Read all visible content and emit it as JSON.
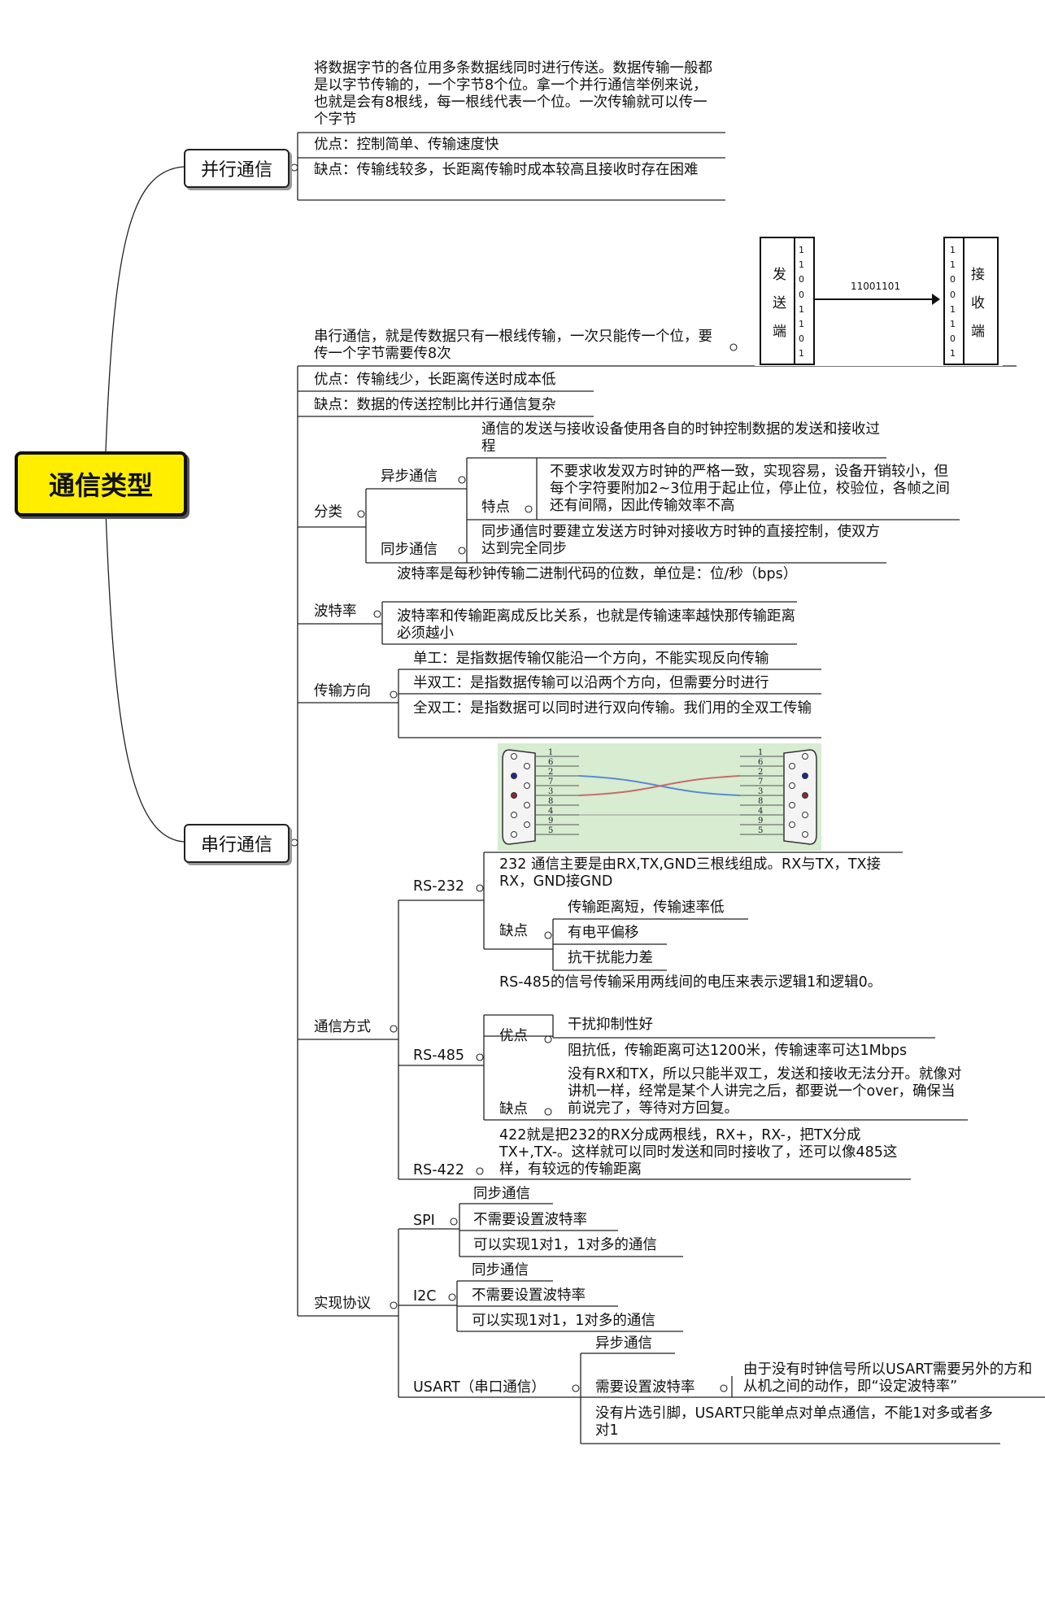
{
  "root": "通信类型",
  "parallel": {
    "label": "并行通信",
    "desc": "将数据字节的各位用多条数据线同时进行传送。数据传输一般都是以字节传输的，一个字节8个位。拿一个并行通信举例来说，也就是会有8根线，每一根线代表一个位。一次传输就可以传一个字节",
    "pro": "优点：控制简单、传输速度快",
    "con": "缺点：传输线较多，长距离传输时成本较高且接收时存在困难"
  },
  "serial": {
    "label": "串行通信",
    "desc": "串行通信，就是传数据只有一根线传输，一次只能传一个位，要传一个字节需要传8次",
    "figure": {
      "sender": [
        "发",
        "送",
        "端"
      ],
      "receiver": [
        "接",
        "收",
        "端"
      ],
      "bits": [
        "1",
        "1",
        "0",
        "0",
        "1",
        "1",
        "0",
        "1"
      ],
      "data": "11001101"
    },
    "pro": "优点：传输线少，长距离传送时成本低",
    "con": "缺点：数据的传送控制比并行通信复杂",
    "classify": {
      "label": "分类",
      "async": {
        "label": "异步通信",
        "desc": "通信的发送与接收设备使用各自的时钟控制数据的发送和接收过程",
        "feature_label": "特点",
        "feature": "不要求收发双方时钟的严格一致，实现容易，设备开销较小，但每个字符要附加2~3位用于起止位，停止位，校验位，各帧之间还有间隔，因此传输效率不高"
      },
      "sync": {
        "label": "同步通信",
        "desc": "同步通信时要建立发送方时钟对接收方时钟的直接控制，使双方达到完全同步"
      }
    },
    "baud": {
      "label": "波特率",
      "d1": "波特率是每秒钟传输二进制代码的位数，单位是：位/秒（bps）",
      "d2": "波特率和传输距离成反比关系，也就是传输速率越快那传输距离必须越小"
    },
    "direction": {
      "label": "传输方向",
      "d1": "单工：是指数据传输仅能沿一个方向，不能实现反向传输",
      "d2": "半双工：是指数据传输可以沿两个方向，但需要分时进行",
      "d3": "全双工：是指数据可以同时进行双向传输。我们用的全双工传输"
    },
    "modes": {
      "label": "通信方式",
      "pins_left": [
        "1",
        "6",
        "2",
        "7",
        "3",
        "8",
        "4",
        "9",
        "5"
      ],
      "pins_right": [
        "1",
        "6",
        "2",
        "7",
        "3",
        "8",
        "4",
        "9",
        "5"
      ],
      "rs232": {
        "label": "RS-232",
        "desc": "232 通信主要是由RX,TX,GND三根线组成。RX与TX，TX接RX，GND接GND",
        "con_label": "缺点",
        "cons": [
          "传输距离短，传输速率低",
          "有电平偏移",
          "抗干扰能力差"
        ]
      },
      "rs485": {
        "label": "RS-485",
        "desc": "RS-485的信号传输采用两线间的电压来表示逻辑1和逻辑0。",
        "pro_label": "优点",
        "pros": [
          "干扰抑制性好",
          "阻抗低，传输距离可达1200米，传输速率可达1Mbps"
        ],
        "con_label": "缺点",
        "con": "没有RX和TX，所以只能半双工，发送和接收无法分开。就像对讲机一样，经常是某个人讲完之后，都要说一个over，确保当前说完了，等待对方回复。"
      },
      "rs422": {
        "label": "RS-422",
        "desc": "422就是把232的RX分成两根线，RX+，RX-，把TX分成TX+,TX-。这样就可以同时发送和同时接收了，还可以像485这样，有较远的传输距离"
      }
    },
    "protocols": {
      "label": "实现协议",
      "spi": {
        "label": "SPI",
        "items": [
          "同步通信",
          "不需要设置波特率",
          "可以实现1对1，1对多的通信"
        ]
      },
      "i2c": {
        "label": "I2C",
        "items": [
          "同步通信",
          "不需要设置波特率",
          "可以实现1对1，1对多的通信"
        ]
      },
      "usart": {
        "label": "USART（串口通信）",
        "i1": "异步通信",
        "i2": "需要设置波特率",
        "i2_note": "由于没有时钟信号所以USART需要另外的方和从机之间的动作，即“设定波特率”",
        "i3": "没有片选引脚，USART只能单点对单点通信，不能1对多或者多对1"
      }
    }
  }
}
